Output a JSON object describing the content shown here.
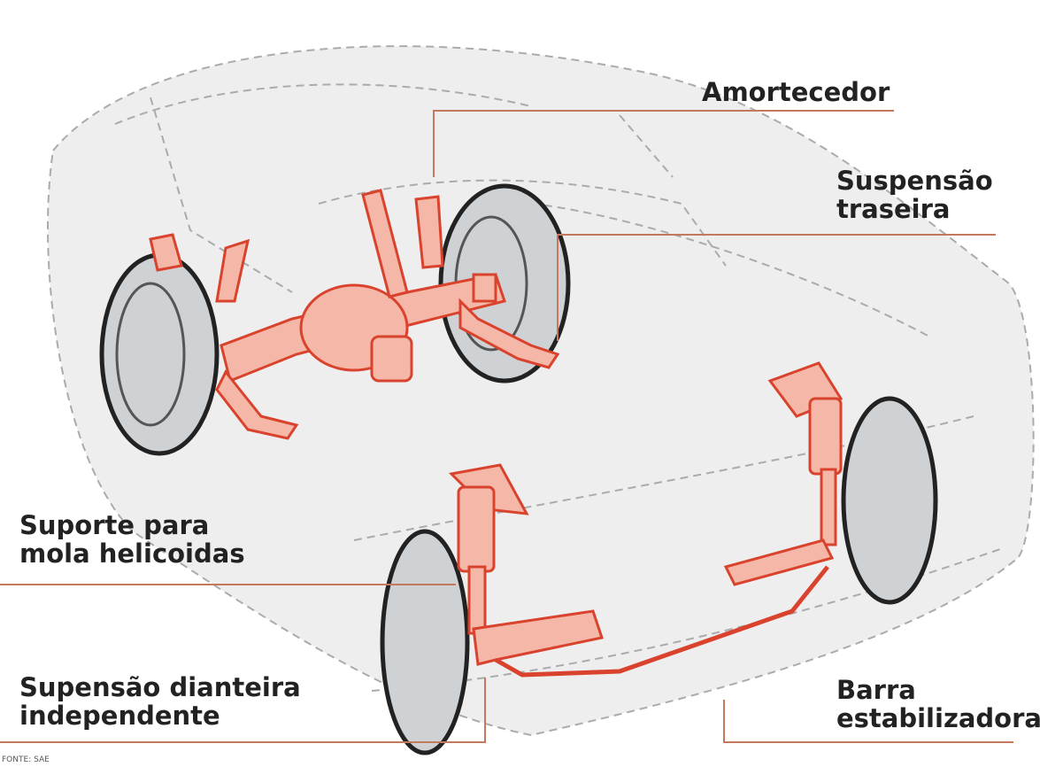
{
  "diagram": {
    "labels": {
      "amortecedor": "Amortecedor",
      "suspensao_traseira": [
        "Suspensão",
        "traseira"
      ],
      "suporte_mola": [
        "Suporte para",
        "mola helicoidas"
      ],
      "suspensao_dianteira": [
        "Supensão dianteira",
        "independente"
      ],
      "barra_estabilizadora": [
        "Barra",
        "estabilizadora"
      ]
    },
    "source": "FONTE: SAE"
  },
  "colors": {
    "part_fill": "#f5b8a8",
    "part_stroke": "#d9432e",
    "tire": "#cfd2d5",
    "tire_dark": "#9ea3a8",
    "car_outline": "#a9abad",
    "leader": "#c4795f",
    "text": "#222222"
  }
}
